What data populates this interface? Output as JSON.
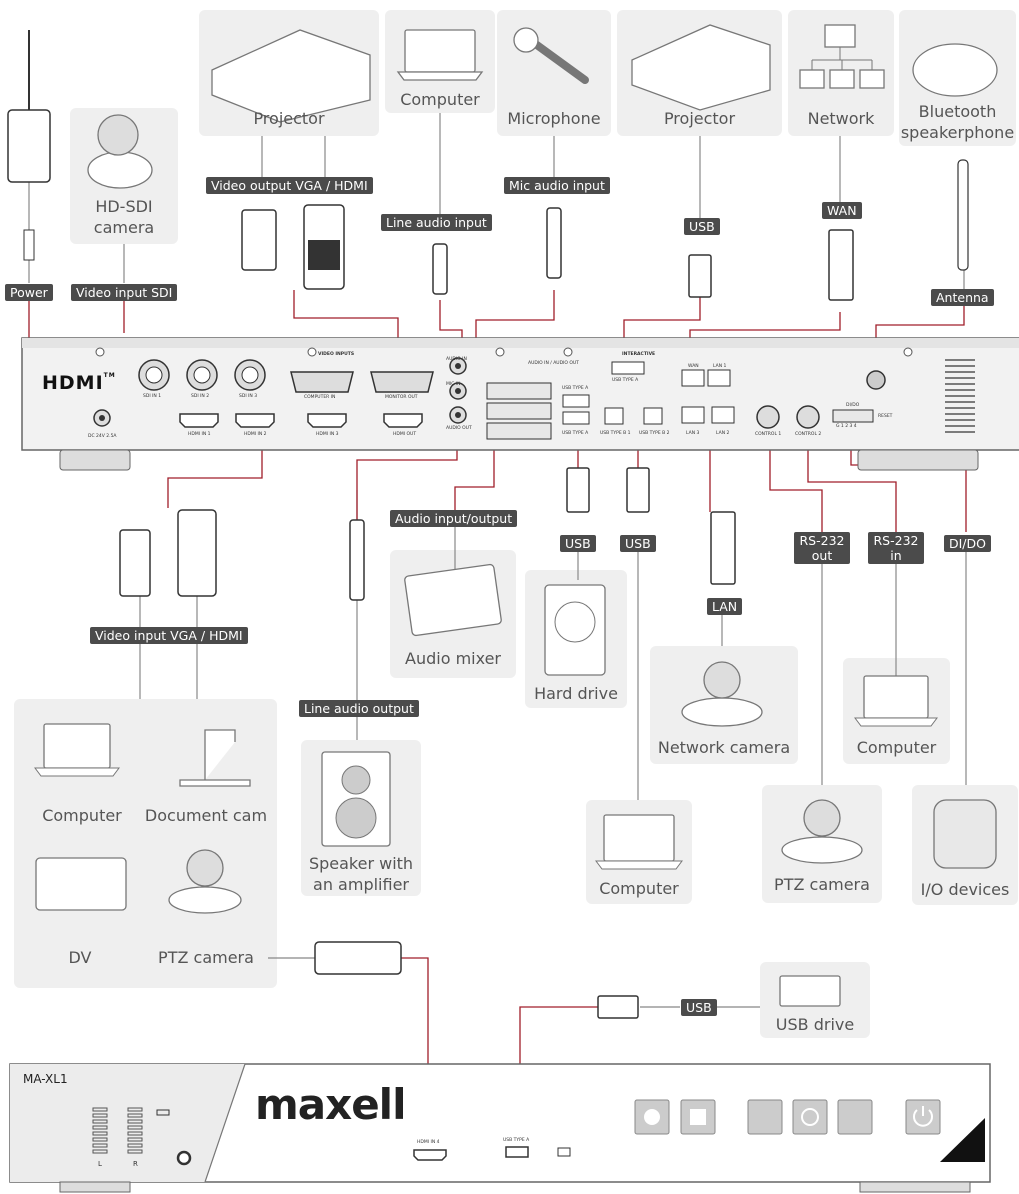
{
  "devices": {
    "projector_top": "Projector",
    "computer_top": "Computer",
    "microphone": "Microphone",
    "projector_usb": "Projector",
    "network": "Network",
    "bluetooth_speakerphone": [
      "Bluetooth",
      "speakerphone"
    ],
    "hd_sdi_camera": [
      "HD-SDI",
      "camera"
    ],
    "audio_mixer": "Audio mixer",
    "hard_drive": "Hard drive",
    "network_camera": "Network camera",
    "computer_rs232": "Computer",
    "computer_left": "Computer",
    "document_cam": "Document cam",
    "dv": "DV",
    "ptz_camera_left": "PTZ camera",
    "speaker": [
      "Speaker with",
      "an amplifier"
    ],
    "computer_usb": "Computer",
    "ptz_camera_right": "PTZ camera",
    "io_devices": "I/O devices",
    "usb_drive": "USB drive"
  },
  "connections": {
    "power": "Power",
    "video_input_sdi": "Video input SDI",
    "video_output_vga_hdmi": "Video output VGA / HDMI",
    "line_audio_input": "Line audio input",
    "mic_audio_input": "Mic audio input",
    "usb_projector": "USB",
    "wan": "WAN",
    "antenna": "Antenna",
    "audio_input_output": "Audio input/output",
    "usb_hard_drive": "USB",
    "usb_computer": "USB",
    "lan": "LAN",
    "rs232_out": [
      "RS-232",
      "out"
    ],
    "rs232_in": [
      "RS-232",
      "in"
    ],
    "di_do": "DI/DO",
    "video_input_vga_hdmi": "Video input VGA / HDMI",
    "line_audio_output": "Line audio output",
    "usb_front": "USB"
  },
  "rear_panel": {
    "brand": "HDMI",
    "section_video_inputs": "VIDEO INPUTS",
    "section_interactive": "INTERACTIVE",
    "ports": {
      "sdi_in_1": "SDI IN 1",
      "sdi_in_2": "SDI IN 2",
      "sdi_in_3": "SDI IN 3",
      "computer_in": "COMPUTER IN",
      "monitor_out": "MONITOR OUT",
      "hdmi_in_1": "HDMI IN 1",
      "hdmi_in_2": "HDMI IN 2",
      "hdmi_in_3": "HDMI IN 3",
      "hdmi_out": "HDMI OUT",
      "audio_in": "AUDIO IN",
      "mic_in": "MIC IN",
      "audio_out": "AUDIO OUT",
      "audio_in_audio_out": "AUDIO IN / AUDIO OUT",
      "usb_type_a_1": "USB TYPE A",
      "usb_type_a_2": "USB TYPE A",
      "usb_type_a_3": "USB TYPE A",
      "usb_type_b_1": "USB TYPE B 1",
      "usb_type_b_2": "USB TYPE B 2",
      "wan": "WAN",
      "lan_1": "LAN 1",
      "lan_2": "LAN 2",
      "lan_3": "LAN 3",
      "control_1": "CONTROL 1",
      "control_2": "CONTROL 2",
      "dido": "DI/DO",
      "dido_pins": "G 1 2 3 4",
      "reset": "RESET",
      "dc_in": "DC 24V 2.5A"
    }
  },
  "front_panel": {
    "model": "MA-XL1",
    "brand": "maxell",
    "meter_left": "L",
    "meter_right": "R",
    "hdmi_in_4": "HDMI IN 4",
    "usb_type_a": "USB TYPE A"
  },
  "colors": {
    "wire": "#a01e2a",
    "tag_bg": "#4b4b4b",
    "box_bg": "#efefef",
    "chassis": "#f2f2f2"
  }
}
